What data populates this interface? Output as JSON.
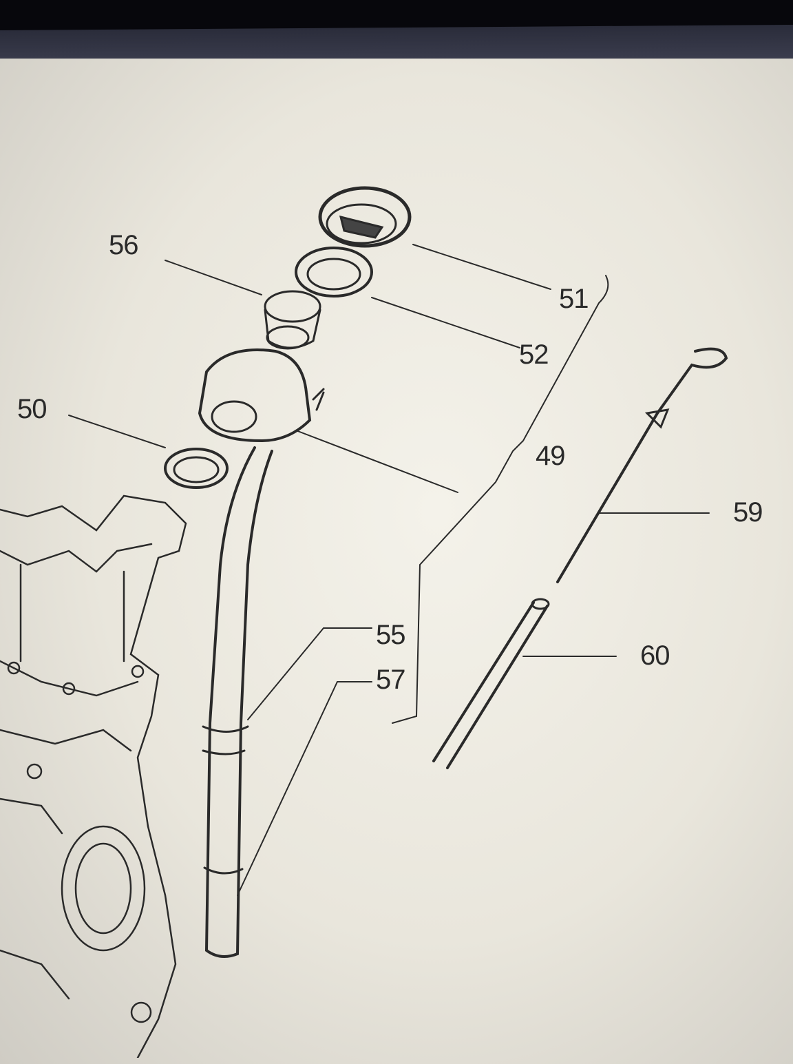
{
  "diagram": {
    "part_labels": {
      "p56": "56",
      "p51": "51",
      "p52": "52",
      "p50": "50",
      "p49": "49",
      "p59": "59",
      "p55": "55",
      "p57": "57",
      "p60": "60"
    },
    "colors": {
      "paper": "#eeebe2",
      "ink": "#2a2a2a",
      "bezel": "#07070c"
    }
  }
}
